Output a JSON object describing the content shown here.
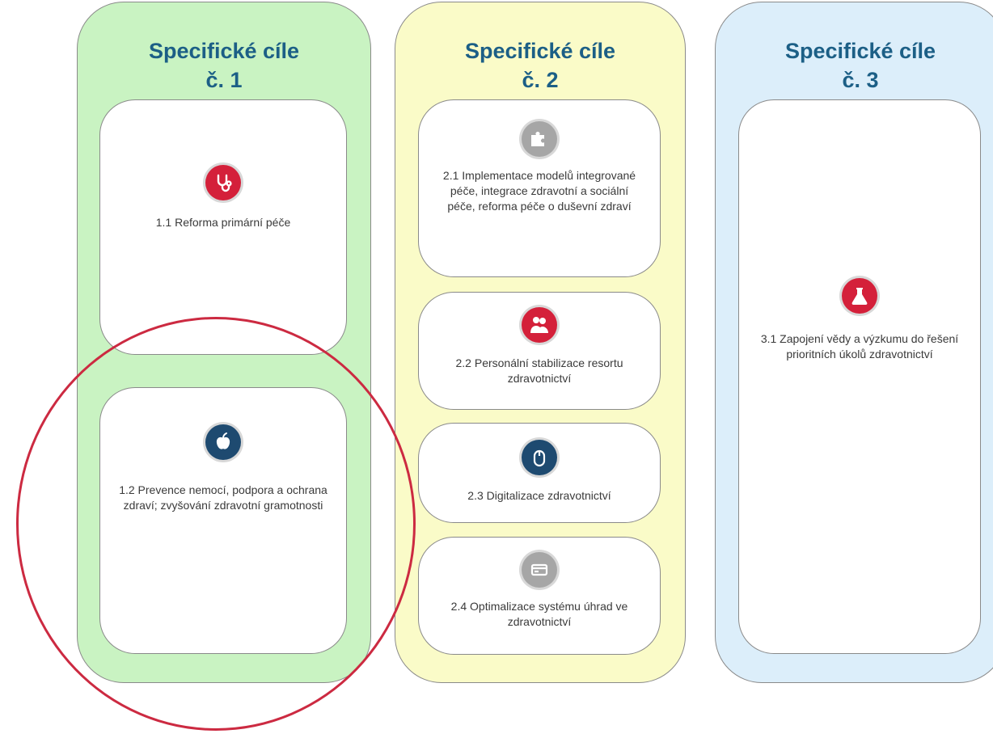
{
  "columns": [
    {
      "title_line1": "Specifické cíle",
      "title_line2": "č. 1",
      "background": "#c9f3c2",
      "cards": [
        {
          "text": "1.1 Reforma primární péče",
          "icon": "stethoscope-icon",
          "icon_color": "#d4203a"
        },
        {
          "text": "1.2 Prevence nemocí, podpora a ochrana zdraví; zvyšování zdravotní gramotnosti",
          "icon": "apple-icon",
          "icon_color": "#1e4a70"
        }
      ]
    },
    {
      "title_line1": "Specifické cíle",
      "title_line2": "č. 2",
      "background": "#fafbc8",
      "cards": [
        {
          "text": "2.1 Implementace modelů integrované péče, integrace zdravotní a sociální péče, reforma péče o duševní zdraví",
          "icon": "puzzle-icon",
          "icon_color": "#a6a6a6"
        },
        {
          "text": "2.2 Personální stabilizace resortu zdravotnictví",
          "icon": "medical-staff-icon",
          "icon_color": "#d4203a"
        },
        {
          "text": "2.3 Digitalizace zdravotnictví",
          "icon": "computer-mouse-icon",
          "icon_color": "#1e4a70"
        },
        {
          "text": "2.4 Optimalizace systému úhrad ve zdravotnictví",
          "icon": "payment-card-icon",
          "icon_color": "#a6a6a6"
        }
      ]
    },
    {
      "title_line1": "Specifické cíle",
      "title_line2": "č. 3",
      "background": "#dceefa",
      "cards": [
        {
          "text": "3.1 Zapojení vědy a výzkumu do řešení prioritních úkolů zdravotnictví",
          "icon": "flask-icon",
          "icon_color": "#d4203a"
        }
      ]
    }
  ],
  "colors": {
    "title": "#1c5f86",
    "highlight_ring": "#cc2a41"
  }
}
